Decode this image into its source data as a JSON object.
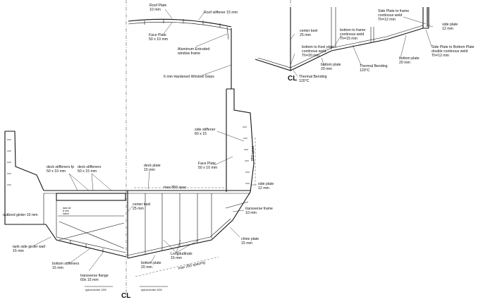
{
  "labels": {
    "roof_plate": "Roof Plate\n10 mm",
    "roof_stiffener": "Roof stiffener 15 mm",
    "face_plate_top": "Face Plate\n50 x 10 mm",
    "aluminium_frame": "Aluminum Extruded\nwindow frame",
    "window_glass": "6 mm Hardened Window Glass",
    "side_stiffener": "side stiffener\n60 x 15",
    "face_plate_side": "Face Plate\n50 x 10 mm",
    "deck_plate": "deck plate\n15 mm",
    "deck_stiffeners_fp": "deck stiffeners fp\n50 x 10 mm",
    "deck_stiffeners": "deck stiffeners\n50 x 15 mm",
    "side_plate_main": "side plate\n12 mm",
    "max_spacing_top": "max 850 spac",
    "spacing_vertical": "850 spac",
    "center_keel_main": "center keel\n25 mm",
    "transverse_frame": "transverse frame\n10 mm",
    "outboard_girder": "outbord girder 10 mm",
    "tank_side_girder": "tank side girder wall\n15 mm",
    "bottom_stiffeners": "bottom stiffeners\n15 mm",
    "transverse_flange": "transverse flange\n60x 15 mm",
    "bottom_plate_main": "bottom plate\n20 mm",
    "longitudinals": "Longitudinals\n15 mm",
    "max_spacing_bottom": "max 250 spacing",
    "chine_plate": "chine plate\n15 mm",
    "cl_main": "CL",
    "typical_section_1": "typical section 1000",
    "typical_section_2": "typical section 4000",
    "tank_lid": "tank lid\n8 mm\nhatch"
  },
  "detail_labels": {
    "side_plate_to_frame": "Side Plate to frame\ncontinous weld\nTh=12 mm",
    "side_plate": "side plate\n12 mm",
    "center_keel": "center keel\n25 mm",
    "bottom_to_frame": "bottom to frame\ncontinous weld\nTh=15 mm",
    "bottom_to_keel": "bottom to Keel plate\ncontinous weld\nTh=20 mm",
    "side_to_bottom": "Side Plate to Bottom Plate\ndouble continous weld\nTh=12 mm",
    "bottom_plate_1": "bottom plate\n20 mm",
    "thermal_bending_1": "Thermal Bending\n120°C",
    "bottom_plate_2": "bottom plate\n20 mm",
    "thermal_bending_2": "Thermal Bending\n120°C",
    "cl_detail": "CL"
  }
}
